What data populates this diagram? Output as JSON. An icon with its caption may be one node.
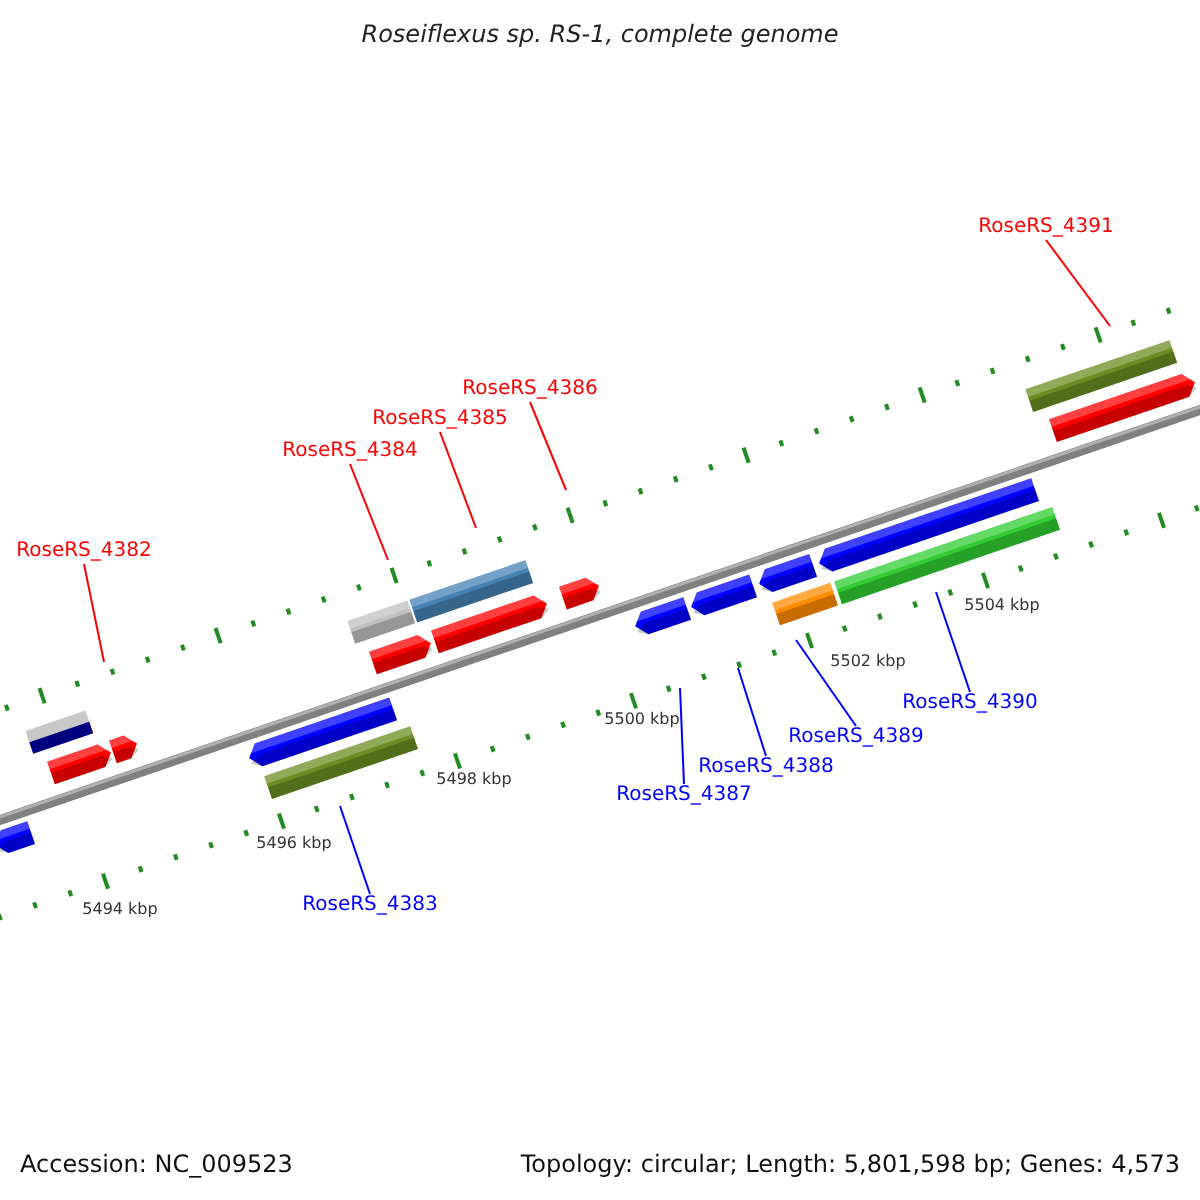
{
  "diagram": {
    "title": "Roseiflexus sp. RS-1, complete genome",
    "nodes": [
      {
        "text": [
          "RoseRS_4391"
        ]
      },
      {
        "text": [
          "RoseRS_4386"
        ]
      },
      {
        "text": [
          "RoseRS_4385"
        ]
      },
      {
        "text": [
          "RoseRS_4384"
        ]
      },
      {
        "text": [
          "RoseRS_4382"
        ]
      },
      {
        "text": [
          "RoseRS_4390"
        ]
      },
      {
        "text": [
          "RoseRS_4389"
        ]
      },
      {
        "text": [
          "RoseRS_4388"
        ]
      },
      {
        "text": [
          "RoseRS_4387"
        ]
      },
      {
        "text": [
          "RoseRS_4383"
        ]
      }
    ],
    "edges": [
      {
        "from": 0,
        "to": null,
        "arrow": "none",
        "color": "#ff0000"
      },
      {
        "from": 1,
        "to": null,
        "arrow": "none",
        "color": "#ff0000"
      },
      {
        "from": 2,
        "to": null,
        "arrow": "none",
        "color": "#ff0000"
      },
      {
        "from": 3,
        "to": null,
        "arrow": "none",
        "color": "#ff0000"
      },
      {
        "from": 4,
        "to": null,
        "arrow": "none",
        "color": "#ff0000"
      },
      {
        "from": 5,
        "to": null,
        "arrow": "none",
        "color": "#0000ff"
      },
      {
        "from": 6,
        "to": null,
        "arrow": "none",
        "color": "#0000ff"
      },
      {
        "from": 7,
        "to": null,
        "arrow": "none",
        "color": "#0000ff"
      },
      {
        "from": 8,
        "to": null,
        "arrow": "none",
        "color": "#0000ff"
      },
      {
        "from": 9,
        "to": null,
        "arrow": "none",
        "color": "#0000ff"
      }
    ],
    "labels": [
      "5504 kbp",
      "5502 kbp",
      "5500 kbp",
      "5498 kbp",
      "5496 kbp",
      "5494 kbp",
      "Accession: NC_009523",
      "Topology: circular; Length: 5,801,598 bp; Genes: 4,573"
    ]
  }
}
